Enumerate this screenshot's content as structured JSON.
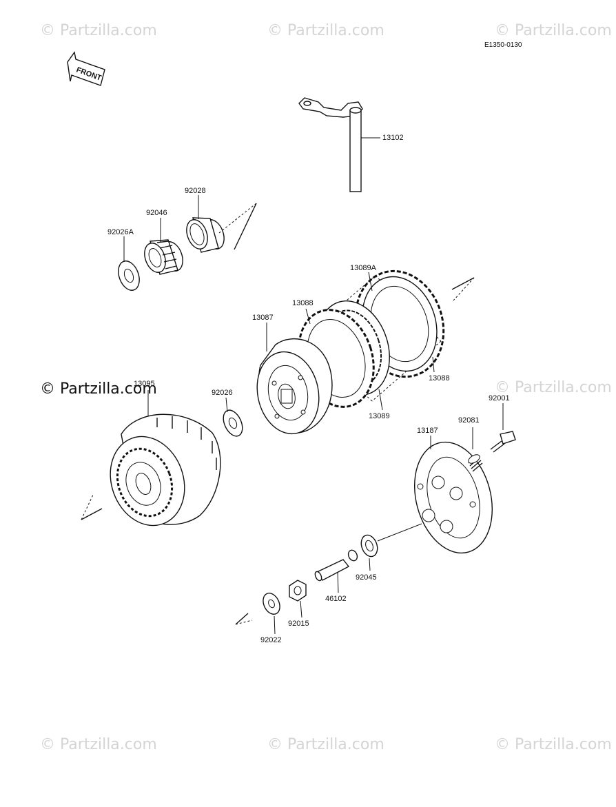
{
  "diagram_code": "E1350-0130",
  "front_label": "FRONT",
  "watermarks": {
    "top_left": "© Partzilla.com",
    "top_center": "© Partzilla.com",
    "top_right": "© Partzilla.com",
    "mid_right": "© Partzilla.com",
    "bottom_left": "© Partzilla.com",
    "bottom_center": "© Partzilla.com",
    "bottom_right": "© Partzilla.com",
    "main": "© Partzilla.com"
  },
  "parts": {
    "p13102": "13102",
    "p92028": "92028",
    "p92046": "92046",
    "p92026A": "92026A",
    "p13089A": "13089A",
    "p13088_top": "13088",
    "p13087": "13087",
    "p13088_right": "13088",
    "p13089": "13089",
    "p13095": "13095",
    "p92026": "92026",
    "p92001": "92001",
    "p92081": "92081",
    "p13187": "13187",
    "p92045": "92045",
    "p46102": "46102",
    "p92015": "92015",
    "p92022": "92022"
  }
}
